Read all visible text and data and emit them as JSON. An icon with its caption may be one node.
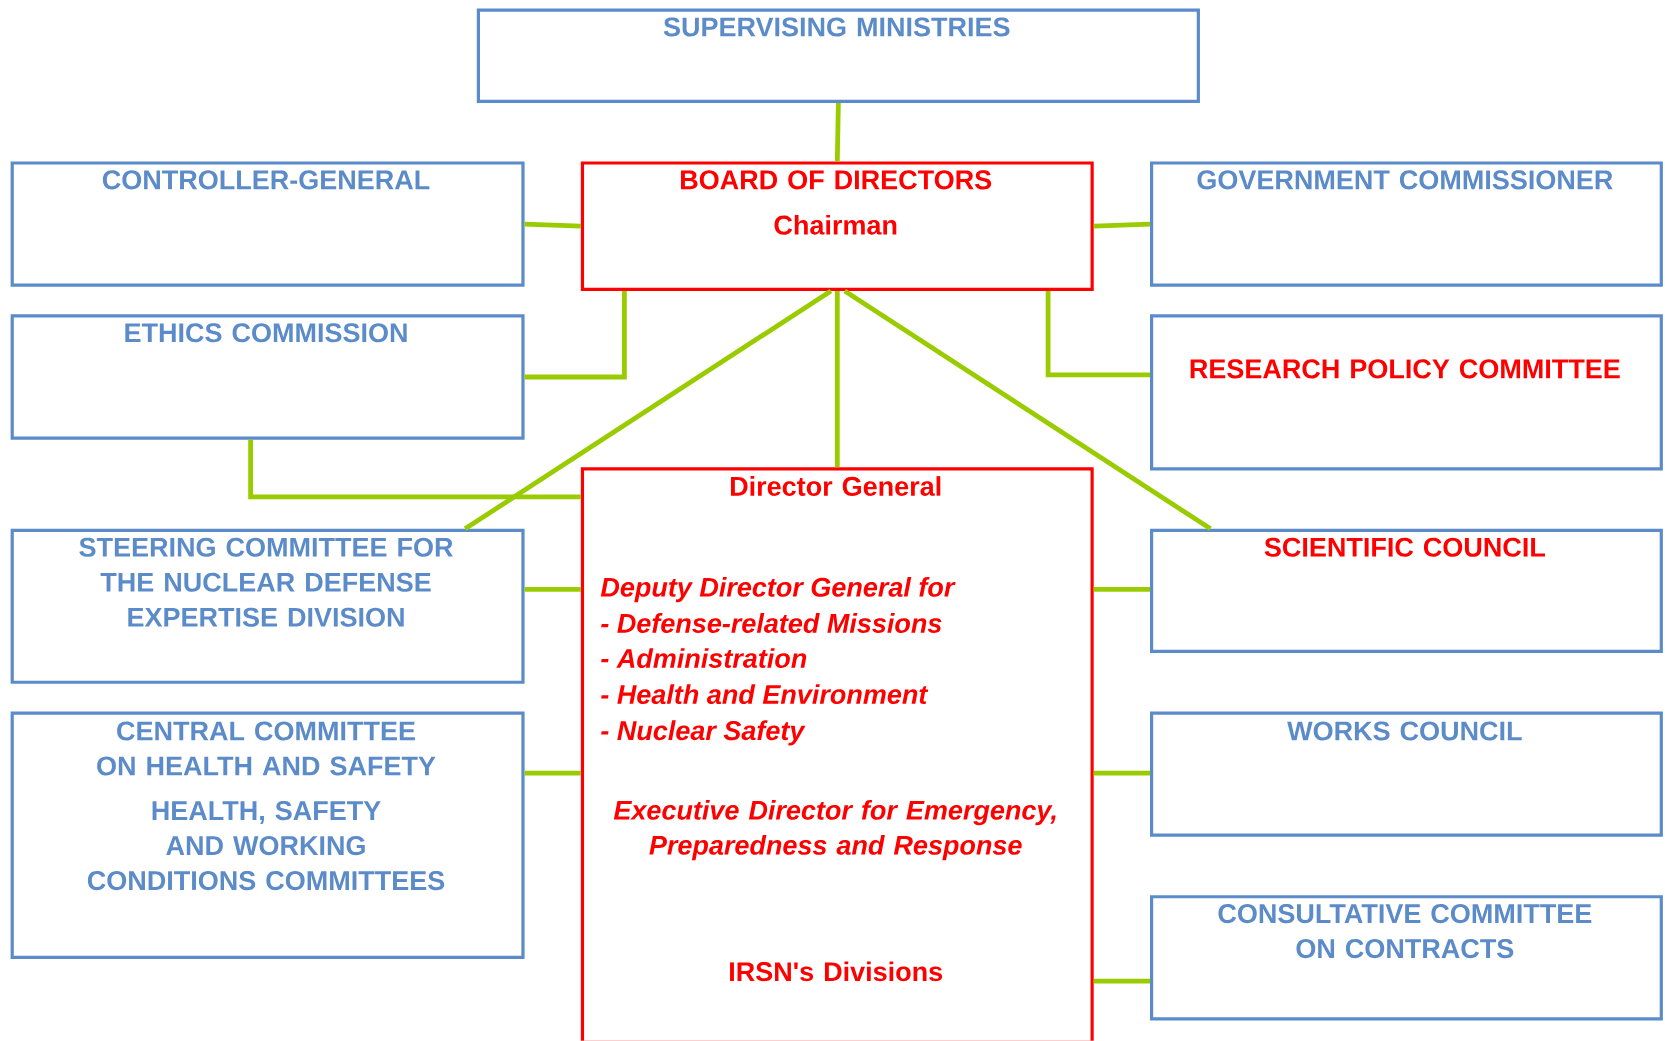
{
  "diagram": {
    "nodes": [
      {
        "text": [
          "SUPERVISING MINISTRIES"
        ]
      },
      {
        "text": [
          "BOARD OF DIRECTORS",
          "Chairman"
        ]
      },
      {
        "text": [
          "CONTROLLER-GENERAL"
        ]
      },
      {
        "text": [
          "GOVERNMENT COMMISSIONER"
        ]
      },
      {
        "text": [
          "ETHICS COMMISSION"
        ]
      },
      {
        "text": [
          "RESEARCH POLICY COMMITTEE"
        ]
      },
      {
        "text": [
          "Director General",
          "Deputy Director General for",
          "- Defense-related Missions",
          "- Administration",
          "- Health and Environment",
          "- Nuclear Safety",
          "Executive Director for Emergency, Preparedness and Response",
          "IRSN's Divisions"
        ]
      },
      {
        "text": [
          "STEERING COMMITTEE FOR THE NUCLEAR DEFENSE EXPERTISE DIVISION"
        ]
      },
      {
        "text": [
          "SCIENTIFIC COUNCIL"
        ]
      },
      {
        "text": [
          "CENTRAL COMMITTEE ON HEALTH AND SAFETY",
          "HEALTH, SAFETY AND WORKING CONDITIONS COMMITTEES"
        ]
      },
      {
        "text": [
          "WORKS COUNCIL"
        ]
      },
      {
        "text": [
          "CONSULTATIVE COMMITTEE ON CONTRACTS"
        ]
      }
    ],
    "edges": [
      {
        "from": 0,
        "to": 1,
        "arrow": "none"
      },
      {
        "from": 1,
        "to": 2,
        "arrow": "none"
      },
      {
        "from": 1,
        "to": 3,
        "arrow": "none"
      },
      {
        "from": 1,
        "to": 4,
        "arrow": "none"
      },
      {
        "from": 1,
        "to": 5,
        "arrow": "none"
      },
      {
        "from": 1,
        "to": 6,
        "arrow": "none"
      },
      {
        "from": 1,
        "to": 7,
        "arrow": "none"
      },
      {
        "from": 1,
        "to": 8,
        "arrow": "none"
      },
      {
        "from": 4,
        "to": 6,
        "arrow": "none"
      },
      {
        "from": 6,
        "to": 7,
        "arrow": "none"
      },
      {
        "from": 6,
        "to": 8,
        "arrow": "none"
      },
      {
        "from": 6,
        "to": 9,
        "arrow": "none"
      },
      {
        "from": 6,
        "to": 10,
        "arrow": "none"
      },
      {
        "from": 6,
        "to": 11,
        "arrow": "none"
      }
    ]
  }
}
